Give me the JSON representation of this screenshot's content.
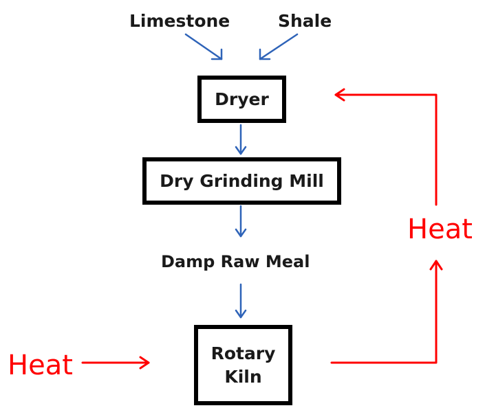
{
  "inputs": {
    "limestone": "Limestone",
    "shale": "Shale"
  },
  "boxes": {
    "dryer": "Dryer",
    "mill": "Dry Grinding Mill",
    "kiln_line1": "Rotary",
    "kiln_line2": "Kiln"
  },
  "intermediate": {
    "damp_raw_meal": "Damp Raw Meal"
  },
  "heat": {
    "input_label": "Heat",
    "recycle_label": "Heat"
  },
  "colors": {
    "flow_arrow": "#2e63b8",
    "heat_arrow": "#ff0000",
    "box_border": "#000000"
  }
}
